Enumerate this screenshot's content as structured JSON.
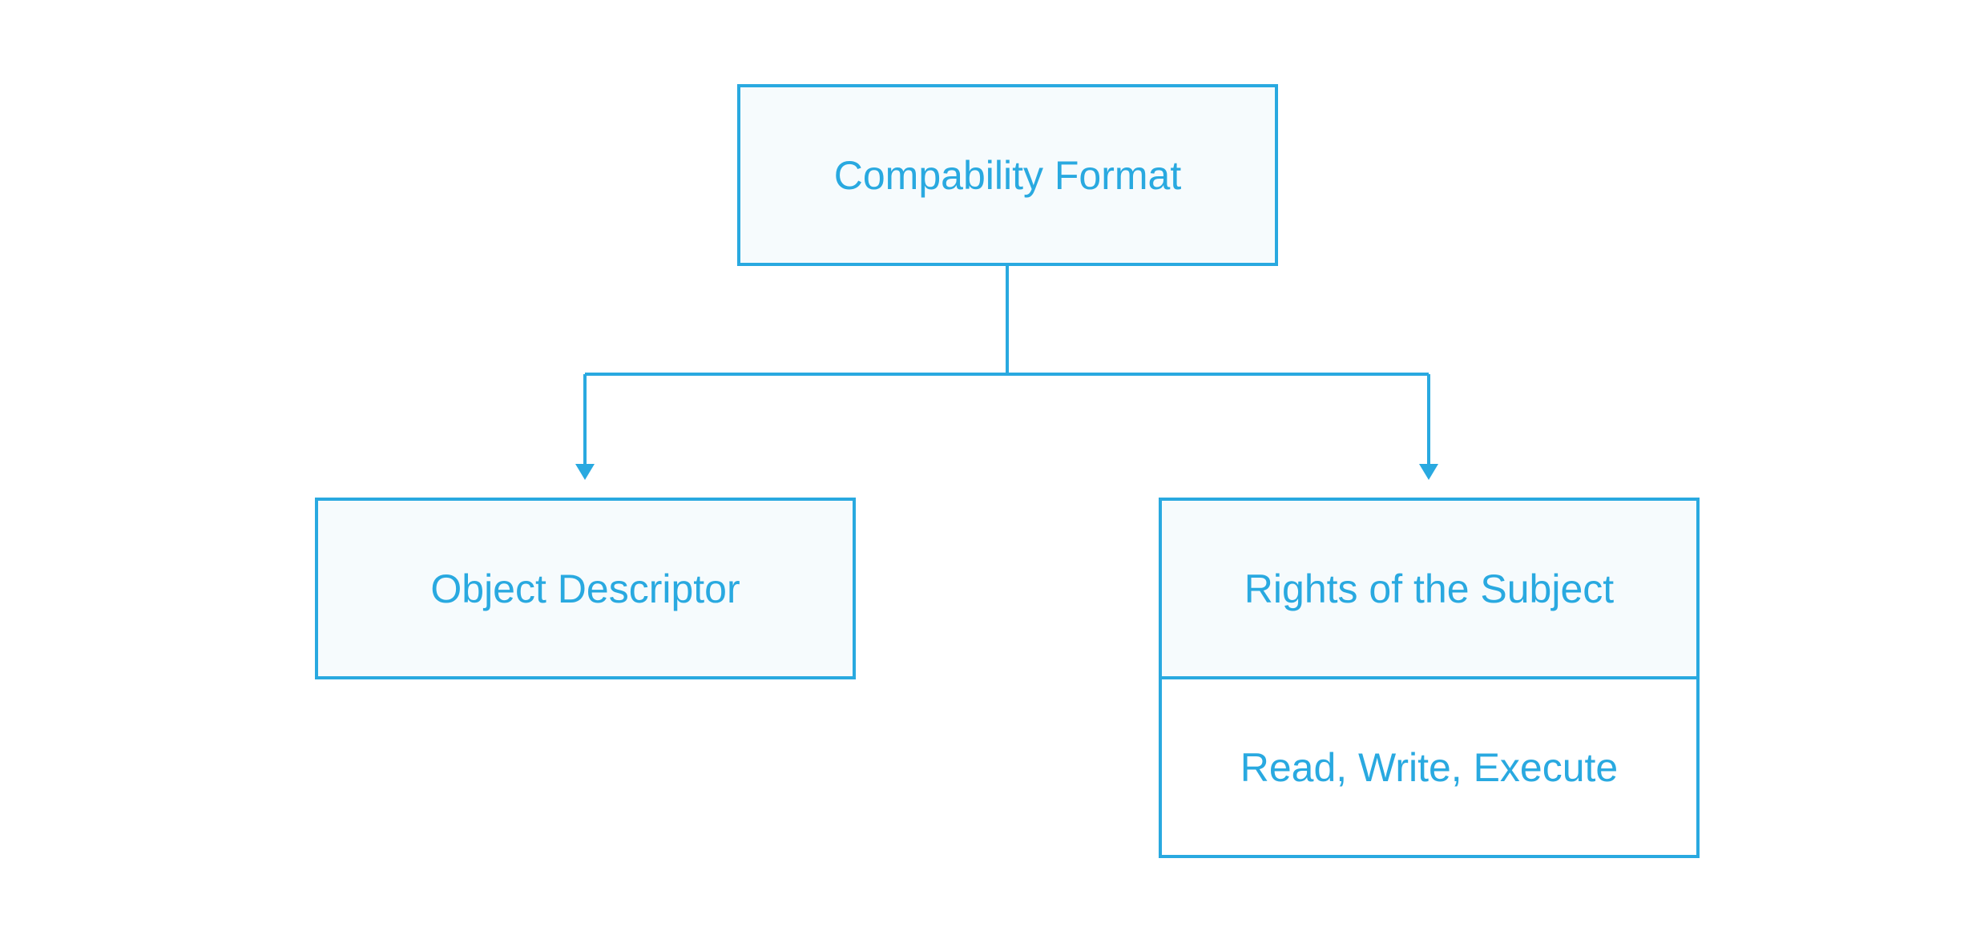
{
  "diagram": {
    "root": {
      "label": "Compability Format"
    },
    "children": [
      {
        "label": "Object Descriptor"
      },
      {
        "label": "Rights of the Subject"
      }
    ],
    "attached": {
      "label": "Read, Write, Execute"
    },
    "colors": {
      "stroke": "#29a9e0",
      "text": "#29a9e0",
      "fill": "#f6fbfd",
      "background": "#ffffff"
    }
  }
}
